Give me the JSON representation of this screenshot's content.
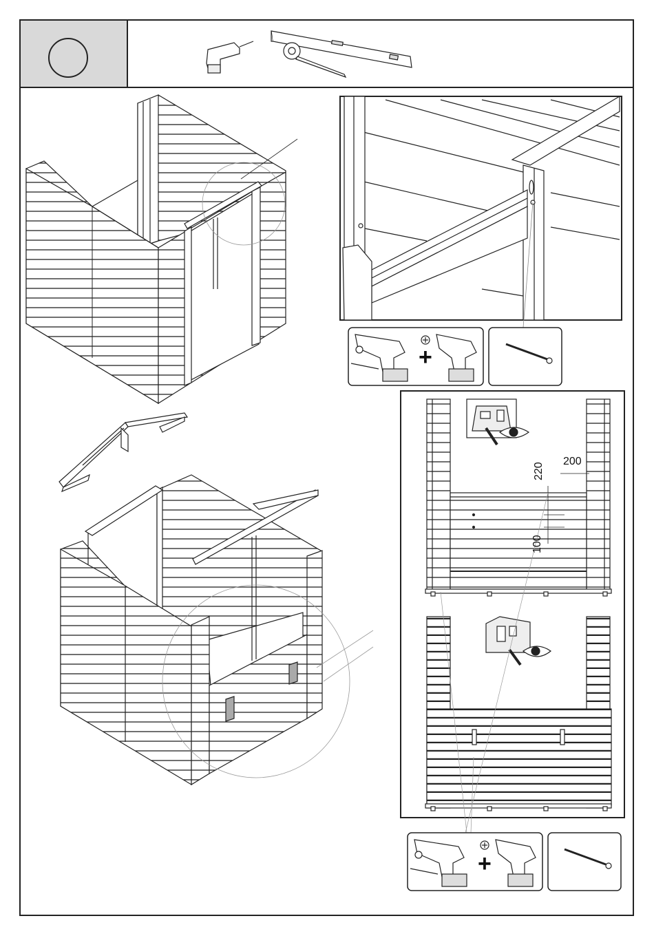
{
  "dimensions": {
    "vertical_top": "220",
    "horizontal_top": "200",
    "vertical_lower": "100"
  },
  "icons": {
    "tools_header": [
      "power-drill-icon",
      "spirit-level-icon",
      "tape-measure-icon"
    ],
    "panel_top": [
      "drill-bit-icon",
      "cordless-drill-icon",
      "screwdriver-drill-icon",
      "screw-icon"
    ],
    "panel_bottom": [
      "drill-bit-icon",
      "cordless-drill-icon",
      "screwdriver-drill-icon",
      "screw-icon"
    ]
  },
  "symbols": {
    "plus": "+"
  }
}
